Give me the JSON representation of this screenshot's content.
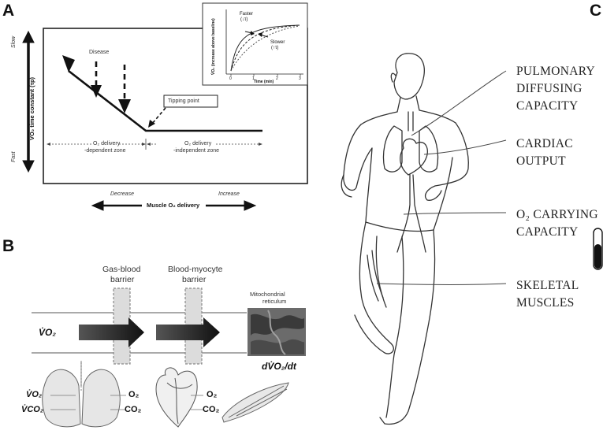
{
  "panels": {
    "a": {
      "letter": "A",
      "y_axis": {
        "top": "Slow",
        "bottom": "Fast",
        "label": "V̇O₂ time constant (τp)"
      },
      "curve_labels": {
        "disease": "Disease",
        "tipping": "Tipping point"
      },
      "zones": {
        "dep_1": "O₂ delivery",
        "dep_2": "-dependent zone",
        "indep_1": "O₂ delivery",
        "indep_2": "-independent zone"
      },
      "x_axis": {
        "left": "Decrease",
        "right": "Increase",
        "label": "Muscle O₂ delivery"
      },
      "inset": {
        "faster_1": "Faster",
        "faster_2": "(↓τ)",
        "slower_1": "Slower",
        "slower_2": "(↑τ)",
        "ylabel": "V̇O₂ (increase above baseline)",
        "xlabel": "Time (min)",
        "ticks": [
          "0",
          "1",
          "2",
          "3"
        ]
      }
    },
    "b": {
      "letter": "B",
      "barrier_1_l1": "Gas-blood",
      "barrier_1_l2": "barrier",
      "barrier_2_l1": "Blood-myocyte",
      "barrier_2_l2": "barrier",
      "mito_l1": "Mitochondrial",
      "mito_l2": "reticulum",
      "flow_in": "V̇O₂",
      "flow_out": "dV̇O₂/dt",
      "lung_o2": "V̇O₂",
      "lung_co2": "V̇CO₂",
      "heart_o2": "O₂",
      "heart_co2": "CO₂",
      "muscle_o2": "O₂",
      "muscle_co2": "CO₂"
    },
    "c": {
      "letter": "C",
      "labels": {
        "pulmonary": [
          "PULMONARY",
          "DIFFUSING",
          "CAPACITY"
        ],
        "cardiac": [
          "CARDIAC",
          "OUTPUT"
        ],
        "carrying": [
          "O₂ CARRYING",
          "CAPACITY"
        ],
        "skeletal": [
          "SKELETAL",
          "MUSCLES"
        ]
      }
    }
  }
}
